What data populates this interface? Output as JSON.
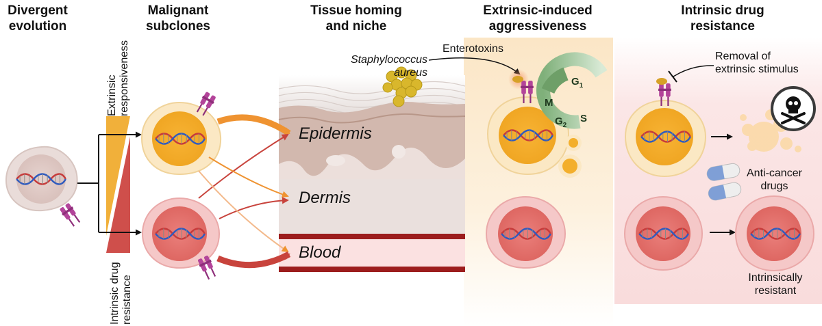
{
  "columns": {
    "divergent": {
      "line1": "Divergent",
      "line2": "evolution"
    },
    "malignant": {
      "line1": "Malignant",
      "line2": "subclones"
    },
    "homing": {
      "line1": "Tissue homing",
      "line2": "and niche"
    },
    "extrinsic": {
      "line1": "Extrinsic-induced",
      "line2": "aggressiveness"
    },
    "intrinsic": {
      "line1": "Intrinsic drug",
      "line2": "resistance"
    }
  },
  "gradient_labels": {
    "extrinsic": {
      "line1": "Extrinsic",
      "line2": "responsiveness"
    },
    "intrinsic": {
      "line1": "Intrinsic drug",
      "line2": "resistance"
    }
  },
  "tissue": {
    "epidermis": "Epidermis",
    "dermis": "Dermis",
    "blood": "Blood"
  },
  "bacteria": {
    "line1": "Staphylococcus",
    "line2": "aureus"
  },
  "enterotoxins": "Enterotoxins",
  "cell_cycle": {
    "g1": "G",
    "g1_sub": "1",
    "s": "S",
    "g2": "G",
    "g2_sub": "2",
    "m": "M"
  },
  "removal": {
    "line1": "Removal of",
    "line2": "extrinsic stimulus"
  },
  "drugs": {
    "line1": "Anti-cancer",
    "line2": "drugs"
  },
  "resistant": {
    "line1": "Intrinsically",
    "line2": "resistant"
  },
  "colors": {
    "orange_cell": "#f6b73c",
    "red_cell": "#e27070",
    "receptor": "#b3449a",
    "arrow_orange": "#ef9331",
    "arrow_red": "#c8433c"
  }
}
